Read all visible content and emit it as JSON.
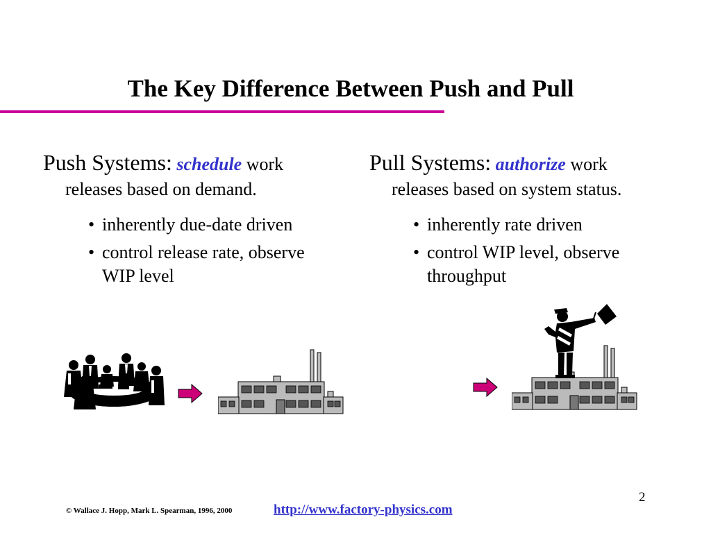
{
  "slide": {
    "title": "The Key Difference Between Push and Pull",
    "page_number": "2"
  },
  "push": {
    "heading": "Push Systems:",
    "keyword": "schedule",
    "after_keyword": "work",
    "rest": "releases based on demand.",
    "bullets": [
      "inherently due-date driven",
      "control release rate, observe WIP level"
    ]
  },
  "pull": {
    "heading": "Pull Systems:",
    "keyword": "authorize",
    "after_keyword": "work",
    "rest": "releases based on system status.",
    "bullets": [
      "inherently rate driven",
      "control WIP level, observe throughput"
    ]
  },
  "illustrations": {
    "push": [
      "meeting-icon",
      "arrow-right-icon",
      "factory-icon"
    ],
    "pull": [
      "arrow-right-icon",
      "factory-icon",
      "flagman-icon"
    ]
  },
  "footer": {
    "copyright": "© Wallace J. Hopp, Mark L. Spearman, 1996, 2000",
    "url": "http://www.factory-physics.com"
  },
  "colors": {
    "accent_rule": "#cc0099",
    "keyword": "#3333cc",
    "arrow": "#cc0077"
  }
}
